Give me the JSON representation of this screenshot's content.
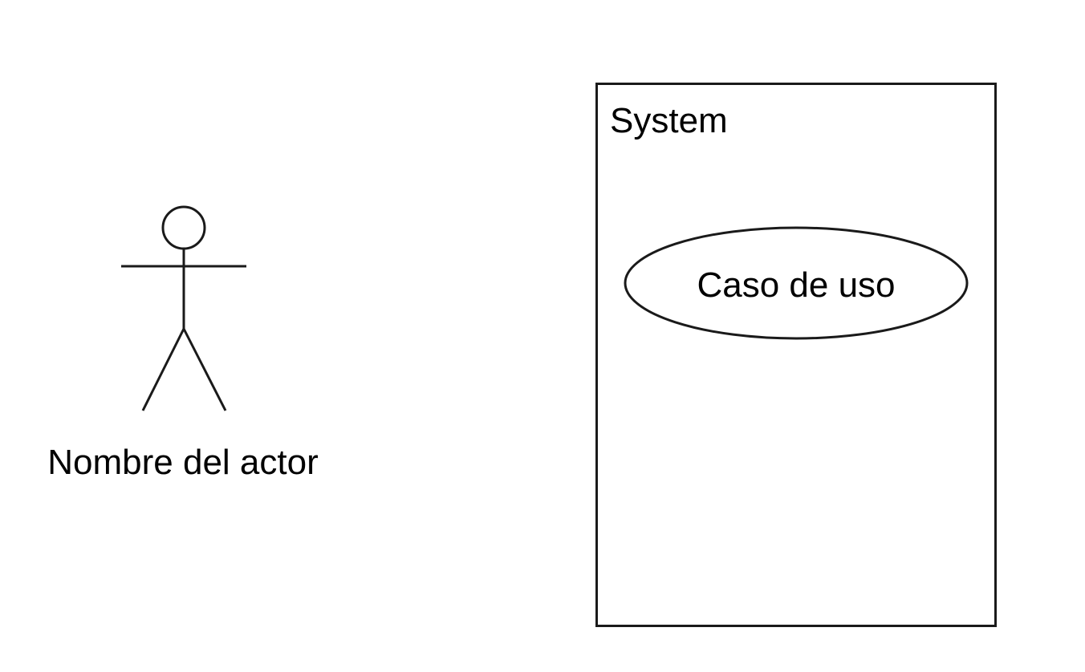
{
  "diagram": {
    "type": "uml-use-case",
    "actor": {
      "label": "Nombre del actor"
    },
    "system_boundary": {
      "label": "System"
    },
    "use_case": {
      "label": "Caso de uso"
    }
  }
}
